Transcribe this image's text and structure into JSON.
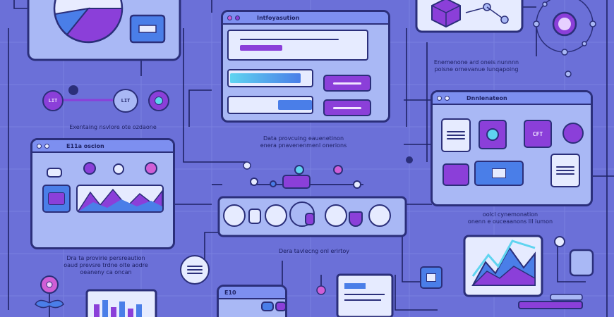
{
  "colors": {
    "background": "#6b70d8",
    "panel": "#a9b8f5",
    "outline": "#2b2f7a",
    "accent_purple": "#8b3fd9",
    "accent_blue": "#4a7ee8",
    "accent_cyan": "#5fd4f0",
    "light": "#e6ebff"
  },
  "panels": {
    "center_top": {
      "title": "Intfoyasution"
    },
    "left_middle": {
      "title": "E11a oscion"
    },
    "right_middle": {
      "title": "Dnnlenateon"
    },
    "bottom_center": {
      "title": "E10"
    }
  },
  "captions": {
    "left_top": "Exentaing nsvlore ote ozdaone",
    "right_top": "Enemenone ard oneis nunnnn\npoisne ornevanue lunqapoing",
    "center_mid": "Data provcuing eauenetinon\nenera pnavenenmenl onerions",
    "right_mid": "oolcl cynemonation\nonenn e ouceaanons lll iumon",
    "left_bottom": "Dra ta provirie persreaution\noaud prevsre trdne olte aodre\noeaneny ca oncan",
    "center_bottom": "Dera tavlecng onl erirtoy"
  },
  "labels": {
    "node_lt1": "LIT",
    "node_lt2": "LIT",
    "node_cft": "CFT"
  },
  "icons": [
    "pie-chart-icon",
    "calendar-icon",
    "mountain-chart-icon",
    "flower-icon",
    "bar-chart-icon",
    "network-icon",
    "document-icon",
    "cube-icon"
  ]
}
